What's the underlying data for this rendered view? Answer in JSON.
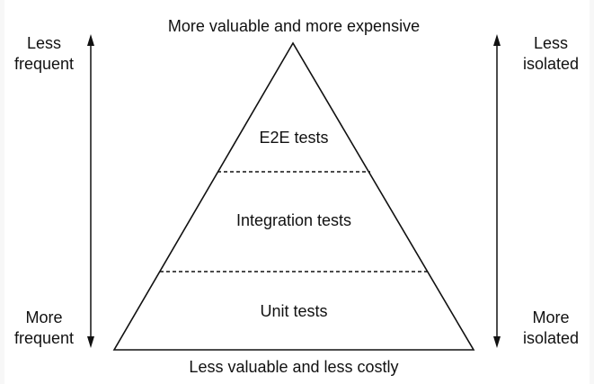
{
  "diagram": {
    "top_label": "More valuable and more expensive",
    "bottom_label": "Less valuable and less costly",
    "layers": [
      {
        "label": "E2E tests"
      },
      {
        "label": "Integration tests"
      },
      {
        "label": "Unit tests"
      }
    ],
    "left_axis": {
      "top": [
        "Less",
        "frequent"
      ],
      "bottom": [
        "More",
        "frequent"
      ]
    },
    "right_axis": {
      "top": [
        "Less",
        "isolated"
      ],
      "bottom": [
        "More",
        "isolated"
      ]
    }
  }
}
